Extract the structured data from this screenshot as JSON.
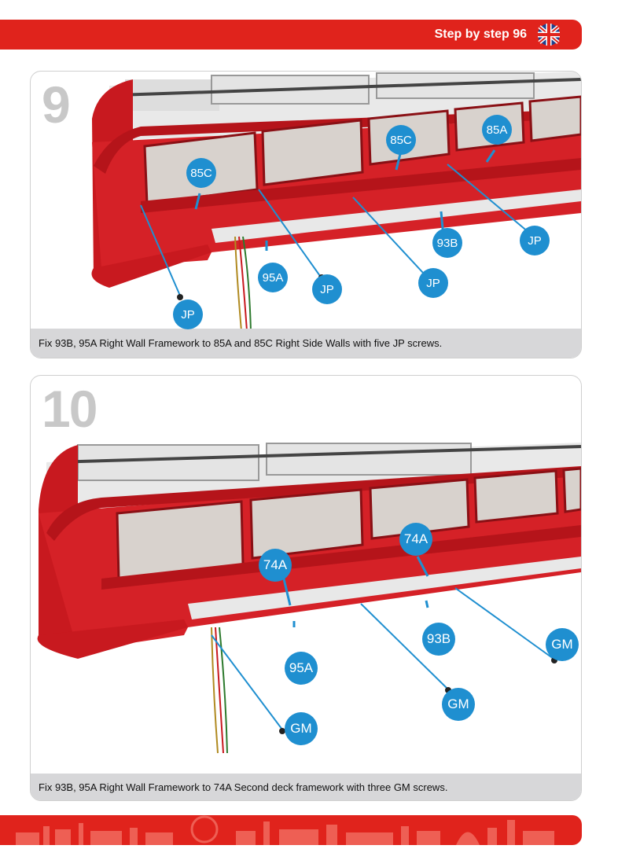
{
  "header": {
    "title": "Step by step 96",
    "flag_icon": "uk-flag-icon"
  },
  "steps": [
    {
      "number": "9",
      "caption": "Fix 93B, 95A Right Wall Framework to 85A and 85C Right Side Walls with five JP screws.",
      "callouts": {
        "c85c_left": "85C",
        "c85c_right": "85C",
        "c85a": "85A",
        "c93b": "93B",
        "c95a": "95A",
        "jp1": "JP",
        "jp2": "JP",
        "jp3": "JP",
        "jp4": "JP"
      }
    },
    {
      "number": "10",
      "caption": "Fix 93B, 95A Right Wall Framework to 74A Second deck framework with three GM screws.",
      "callouts": {
        "c74a_left": "74A",
        "c74a_right": "74A",
        "c93b": "93B",
        "c95a": "95A",
        "gm1": "GM",
        "gm2": "GM",
        "gm3": "GM"
      }
    }
  ],
  "colors": {
    "brand_red": "#e0231c",
    "callout_blue": "#1f8fd0",
    "caption_gray": "#d7d7d9",
    "step_number_gray": "#c8c8c8"
  }
}
